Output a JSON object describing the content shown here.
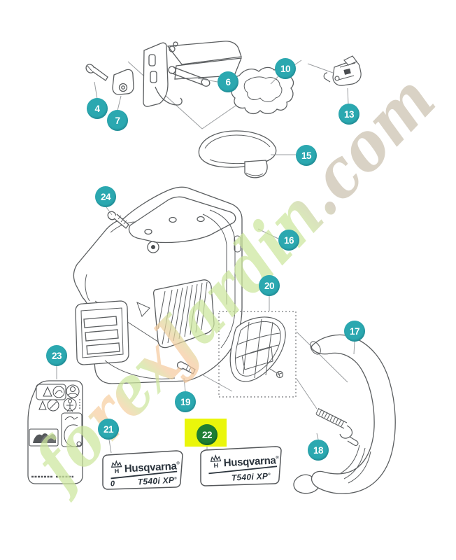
{
  "watermark": {
    "text": "forexJardin.com"
  },
  "callouts": {
    "n4": "4",
    "n6": "6",
    "n7": "7",
    "n10": "10",
    "n13": "13",
    "n15": "15",
    "n16": "16",
    "n17": "17",
    "n18": "18",
    "n19": "19",
    "n20": "20",
    "n21": "21",
    "n22": "22",
    "n23": "23",
    "n24": "24",
    "highlighted": "22"
  },
  "labels": {
    "label_21": {
      "logo_letter": "H",
      "brand": "Husqvarna",
      "reg": "®",
      "prefix": "0",
      "model": "T540i XP",
      "model_reg": "®"
    },
    "label_22": {
      "logo_letter": "H",
      "brand": "Husqvarna",
      "reg": "®",
      "model": "T540i XP",
      "model_reg": "®"
    }
  },
  "colors": {
    "badge_teal": "#2ba8b0",
    "badge_text": "#ffffff",
    "highlight_square_yellow": "#eaf60b",
    "highlight_badge_green": "#1e7e33",
    "drawing_line": "#5b5e60",
    "leader_line": "#9a9da0",
    "watermark_green": "#cde79d",
    "watermark_peach": "#f7cda1",
    "watermark_tan": "#cbc2b0",
    "brand_text": "#2a333c"
  }
}
